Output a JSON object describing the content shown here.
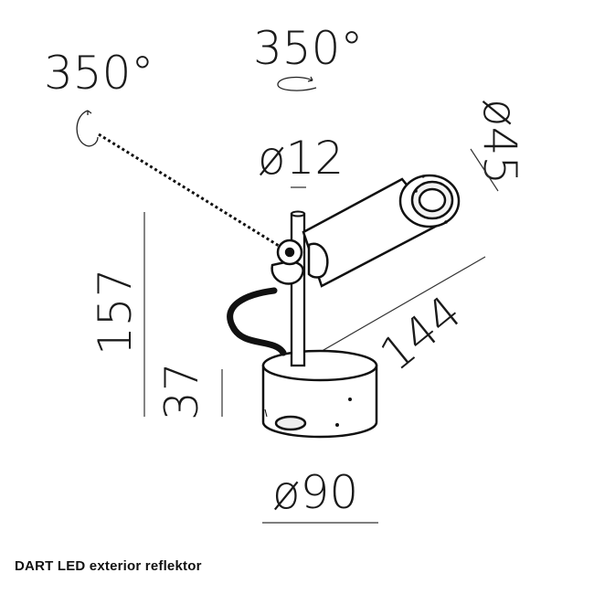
{
  "diagram": {
    "rotation_tilt_label": "350°",
    "rotation_top_label": "350°",
    "stem_diameter_label": "ø12",
    "head_diameter_label": "ø45",
    "arm_length_label": "144",
    "total_height_label": "157",
    "base_height_label": "37",
    "base_diameter_label": "ø90"
  },
  "caption": "DART LED exterior reflektor"
}
